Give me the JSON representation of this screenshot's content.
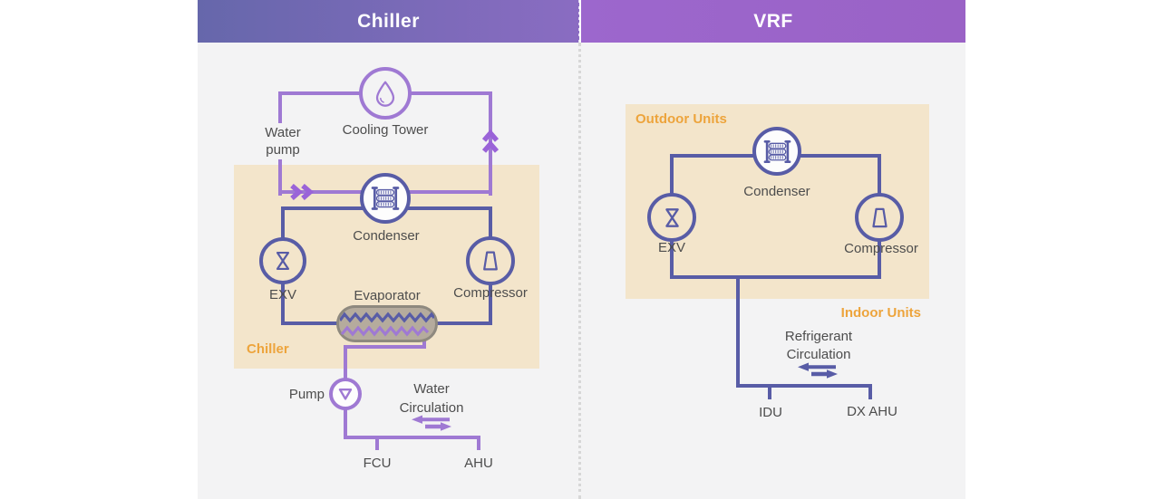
{
  "headers": {
    "chiller": "Chiller",
    "vrf": "VRF"
  },
  "chiller": {
    "cooling_tower": "Cooling Tower",
    "water_pump_l1": "Water",
    "water_pump_l2": "pump",
    "condenser": "Condenser",
    "exv": "EXV",
    "evaporator": "Evaporator",
    "compressor": "Compressor",
    "box_label": "Chiller",
    "pump": "Pump",
    "circulation_l1": "Water",
    "circulation_l2": "Circulation",
    "fcu": "FCU",
    "ahu": "AHU"
  },
  "vrf": {
    "outdoor_units": "Outdoor Units",
    "condenser": "Condenser",
    "exv": "EXV",
    "compressor": "Compressor",
    "indoor_units": "Indoor Units",
    "circulation_l1": "Refrigerant",
    "circulation_l2": "Circulation",
    "idu": "IDU",
    "dx_ahu": "DX AHU"
  },
  "colors": {
    "refrigerant_line": "#585ca6",
    "water_line": "#9f79d3",
    "chevron_arrow": "#9a63d8",
    "section_label_orange": "#eda43c",
    "equipment_box_beige": "#f3e5cb",
    "panel_background": "#f3f3f4",
    "label_text": "#4d4d4d",
    "evaporator_fill": "#b5ab9d",
    "evaporator_border": "#8e897f",
    "header_left_gradient_start": "#6667ab",
    "header_left_gradient_end": "#8a6cc2",
    "header_right_gradient_start": "#9c67cd",
    "header_right_gradient_end": "#9a62c6"
  }
}
